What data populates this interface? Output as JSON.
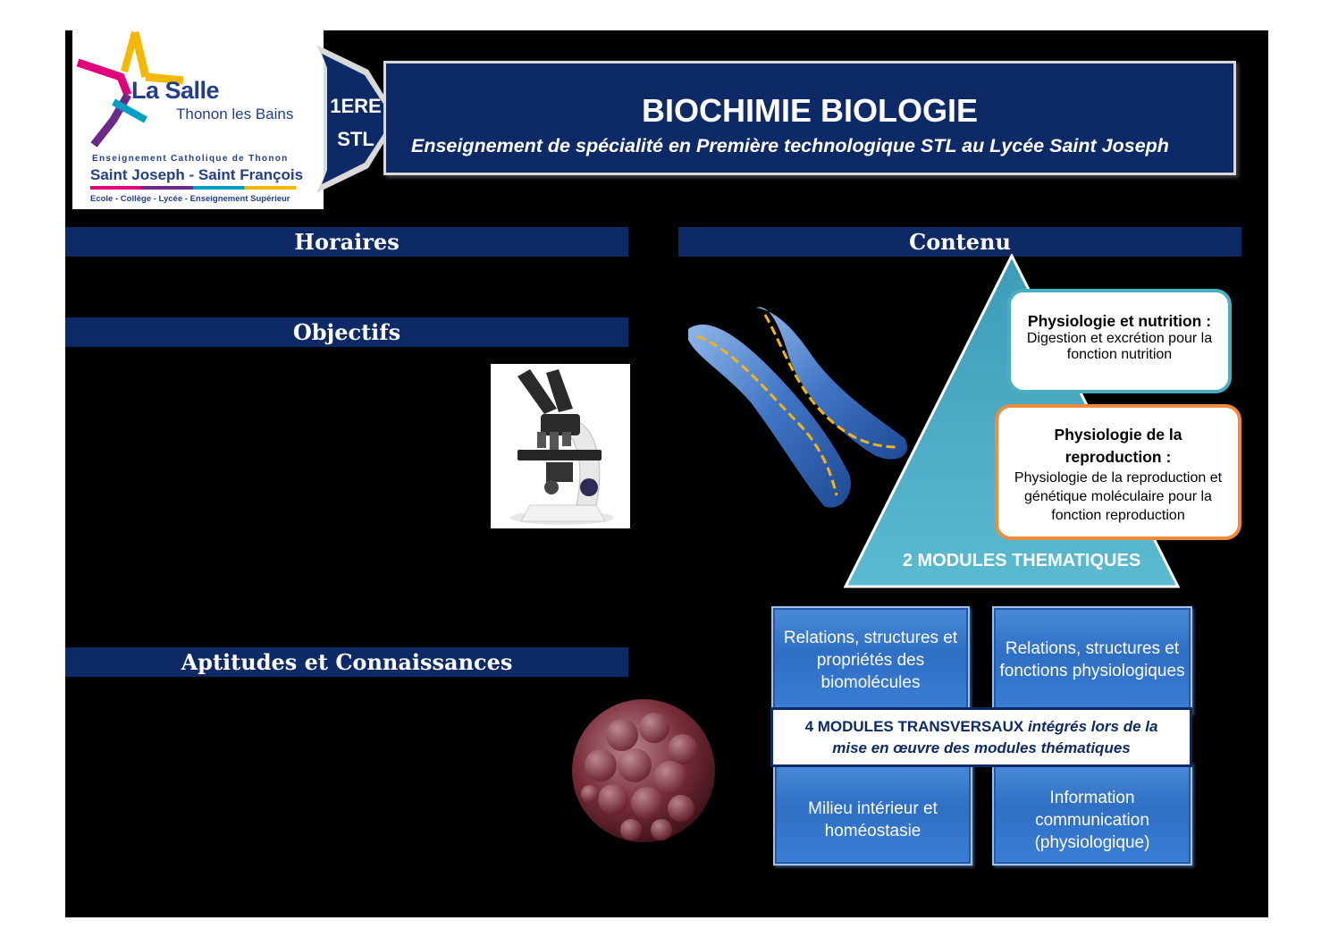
{
  "logo": {
    "name": "La Salle",
    "city": "Thonon les Bains",
    "ens": "Enseignement Catholique de Thonon",
    "schools": "Saint Joseph - Saint François",
    "tagline": "Ecole - Collège - Lycée - Enseignement Supérieur"
  },
  "level": {
    "line1": "1ERE",
    "line2": "STL"
  },
  "banner": {
    "title": "BIOCHIMIE BIOLOGIE",
    "subtitle": "Enseignement de spécialité en Première technologique STL au Lycée Saint Joseph"
  },
  "sections": {
    "horaires": "Horaires",
    "objectifs": "Objectifs",
    "aptitudes": "Aptitudes et Connaissances",
    "contenu": "Contenu"
  },
  "pyramid": {
    "box1": {
      "heading": "Physiologie et nutrition :",
      "body": "Digestion et excrétion pour la fonction nutrition"
    },
    "box2": {
      "heading": "Physiologie de la reproduction :",
      "body": "Physiologie de la reproduction et génétique moléculaire pour la fonction reproduction"
    },
    "label": "2 MODULES THEMATIQUES"
  },
  "tiles": [
    "Relations, structures et propriétés des biomolécules",
    "Relations, structures et fonctions physiologiques",
    "Milieu intérieur et homéostasie",
    "Information communication (physiologique)"
  ],
  "transversal": {
    "bold": "4 MODULES TRANSVERSAUX",
    "italic1": "intégrés lors de la",
    "italic2": "mise en œuvre des modules thématiques"
  },
  "colors": {
    "navy": "#0e2a66",
    "teal": "#4aaec3",
    "orange": "#f08a3c",
    "tile_blue": "#3a7fd6"
  }
}
